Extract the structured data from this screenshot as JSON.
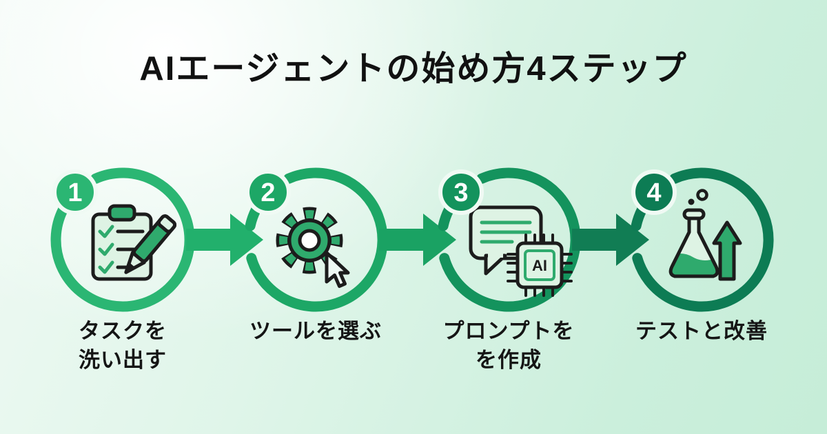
{
  "title": "AIエージェントの始め方4ステップ",
  "palette": {
    "icon_outline": "#1c1c1c",
    "icon_green": "#2faa6d",
    "icon_light_green": "#def3e4",
    "background_mint": "#cbefdc",
    "text": "#111111"
  },
  "steps": [
    {
      "number": "1",
      "label": "タスクを\n洗い出す",
      "color": "#2bb673",
      "icon": "clipboard-checklist-icon"
    },
    {
      "number": "2",
      "label": "ツールを選ぶ",
      "color": "#1da766",
      "icon": "gear-cursor-icon"
    },
    {
      "number": "3",
      "label": "プロンプトを\nを作成",
      "color": "#14935d",
      "icon": "chat-ai-chip-icon"
    },
    {
      "number": "4",
      "label": "テストと改善",
      "color": "#0d7c54",
      "icon": "flask-growth-icon"
    }
  ],
  "arrows": [
    {
      "color": "#22b06c"
    },
    {
      "color": "#1aa263"
    },
    {
      "color": "#117d54"
    }
  ]
}
